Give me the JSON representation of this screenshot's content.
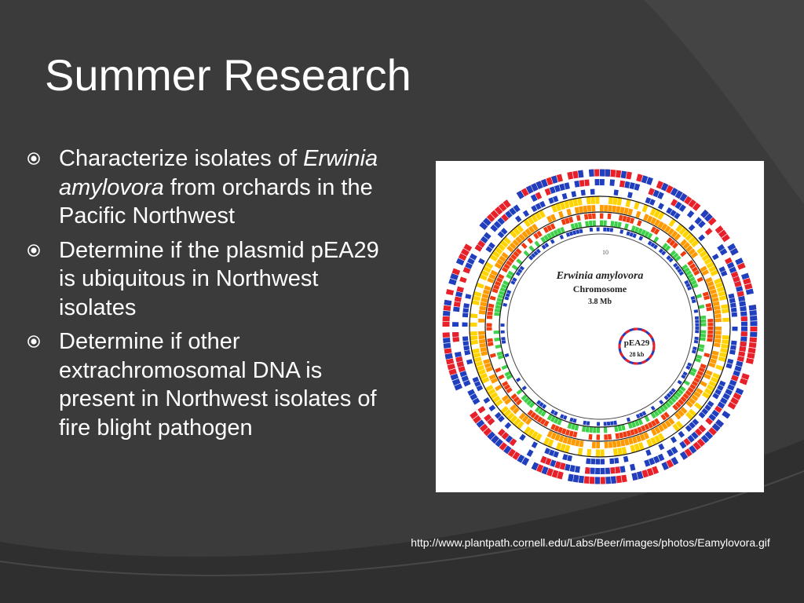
{
  "slide": {
    "title": "Summer Research",
    "bullets": [
      {
        "pre": "Characterize isolates of ",
        "italic": "Erwinia amylovora",
        "post": " from orchards in the Pacific Northwest"
      },
      {
        "pre": "Determine if the plasmid pEA29 is ubiquitous in Northwest isolates",
        "italic": "",
        "post": ""
      },
      {
        "pre": "Determine if other extrachromosomal DNA is present in Northwest isolates of fire blight pathogen",
        "italic": "",
        "post": ""
      }
    ],
    "caption": "http://www.plantpath.cornell.edu/Labs/Beer/images/photos/Eamylovora.gif"
  },
  "figure": {
    "organism": "Erwinia amylovora",
    "chromosome_label": "Chromosome",
    "chromosome_size": "3.8 Mb",
    "plasmid_name": "pEA29",
    "plasmid_size": "28 kb",
    "scale_tick": "10",
    "ring_colors": [
      "#1f3fbf",
      "#e8202a",
      "#ffd400",
      "#ff9a00",
      "#f03a10",
      "#3fd14a"
    ]
  },
  "theme": {
    "background": "#3b3b3b",
    "swoosh": "#2e2e2e",
    "text": "#ffffff"
  }
}
